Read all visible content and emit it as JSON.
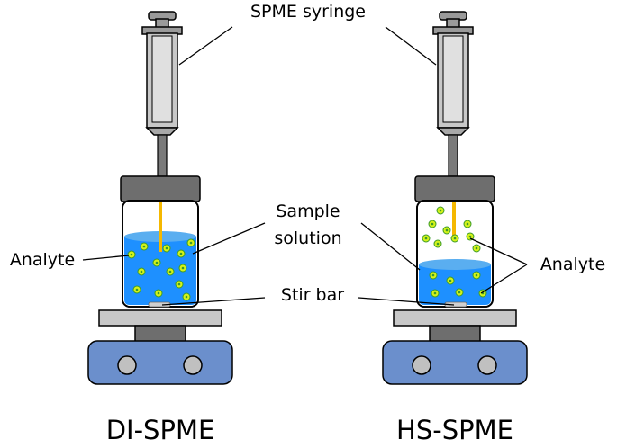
{
  "labels": {
    "syringe": "SPME syringe",
    "sample": "Sample",
    "solution": "solution",
    "stir_bar": "Stir bar",
    "analyte_left": "Analyte",
    "analyte_right": "Analyte"
  },
  "captions": {
    "left": "DI-SPME",
    "right": "HS-SPME"
  },
  "colors": {
    "liquid": "#1e90ff",
    "liquid_top": "#5aaef0",
    "analyte_fill": "#d4f21a",
    "analyte_dot": "#3a9a2a",
    "fiber": "#f5b800",
    "cap": "#6e6e6e",
    "plate": "#c8c8c8",
    "base": "#6b8fcc",
    "knob": "#c0c0c0",
    "syringe_barrel": "#c8c8c8"
  }
}
